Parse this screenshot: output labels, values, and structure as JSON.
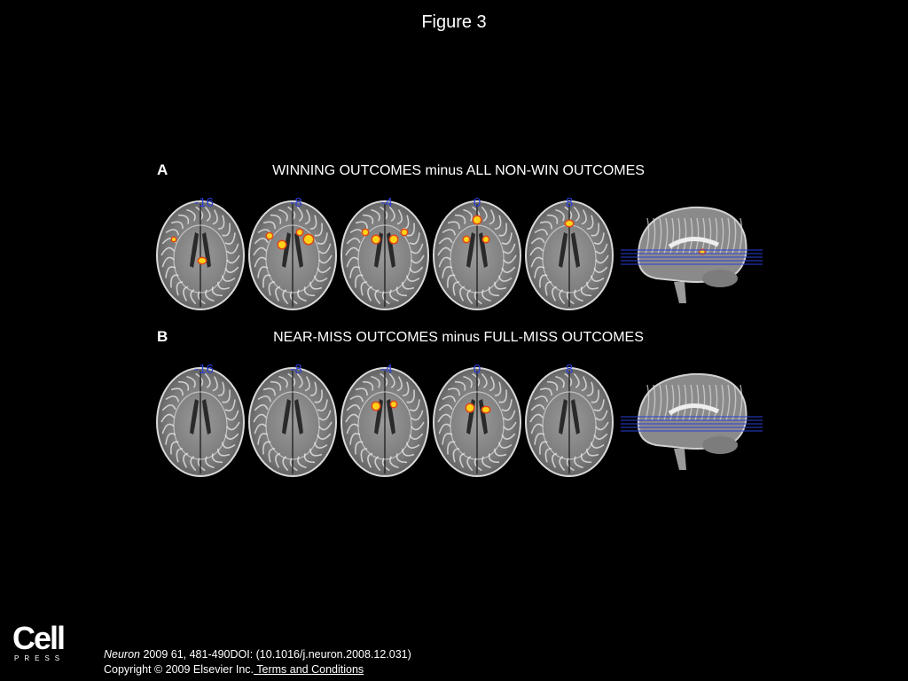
{
  "figure": {
    "title": "Figure 3"
  },
  "panels": [
    {
      "letter": "A",
      "title": "WINNING OUTCOMES minus ALL NON-WIN OUTCOMES",
      "slice_labels": [
        "-16",
        "-8",
        "-4",
        "0",
        "8"
      ]
    },
    {
      "letter": "B",
      "title": "NEAR-MISS OUTCOMES minus FULL-MISS OUTCOMES",
      "slice_labels": [
        "-16",
        "-8",
        "-4",
        "0",
        "8"
      ]
    }
  ],
  "footer": {
    "logo_word": "Cell",
    "logo_sub": "PRESS",
    "journal": "Neuron",
    "citation_rest": " 2009 61, 481-490DOI: (10.1016/j.neuron.2008.12.031)",
    "copyright": "Copyright © 2009 Elsevier Inc.",
    "terms_link": " Terms and Conditions"
  },
  "colors": {
    "background": "#000000",
    "slice_label": "#2a3ed8",
    "activation_hot": "#ffd21a",
    "activation_warm": "#e0461a",
    "sagittal_lines": "#2a3ed8"
  }
}
